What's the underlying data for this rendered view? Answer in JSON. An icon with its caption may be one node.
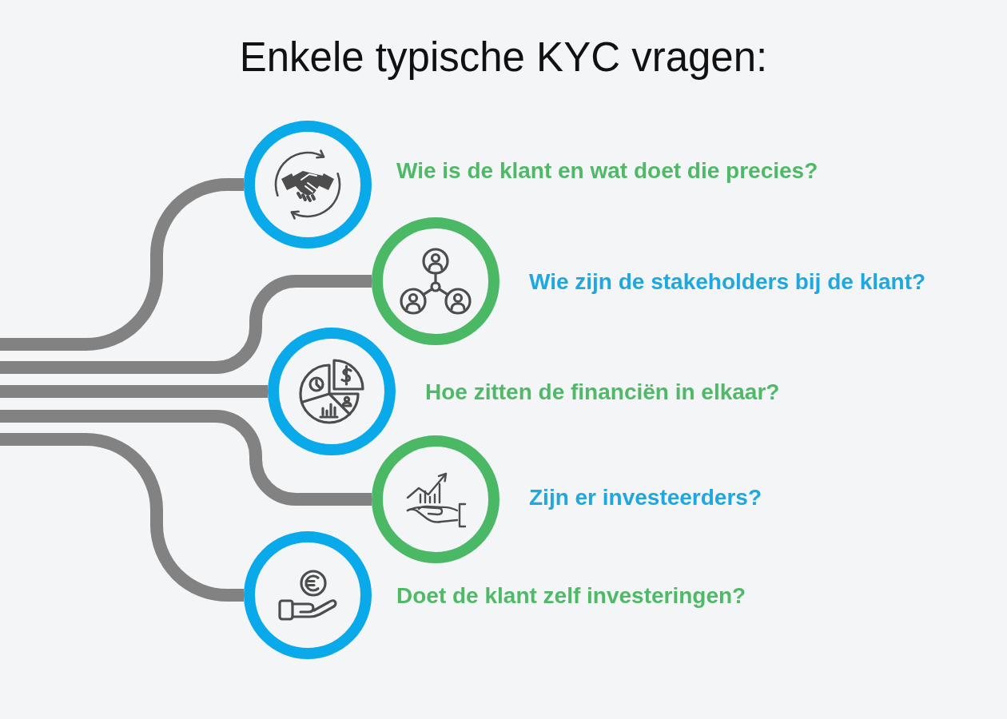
{
  "diagram": {
    "title": "Enkele typische KYC vragen:",
    "nodes": [
      {
        "text": [],
        "shape": "circle",
        "beside": [
          "Wie is de klant en wat doet die precies?"
        ]
      },
      {
        "text": [],
        "shape": "circle",
        "beside": [
          "Wie zijn de stakeholders bij de klant?"
        ]
      },
      {
        "text": [],
        "shape": "circle",
        "beside": [
          "Hoe zitten de financiën in elkaar?"
        ]
      },
      {
        "text": [],
        "shape": "circle",
        "beside": [
          "Zijn er investeerders?"
        ]
      },
      {
        "text": [],
        "shape": "circle",
        "beside": [
          "Doet de klant zelf investeringen?"
        ]
      }
    ],
    "edges": [
      {
        "from": null,
        "to": 0,
        "arrow": "none"
      },
      {
        "from": null,
        "to": 1,
        "arrow": "none"
      },
      {
        "from": null,
        "to": 2,
        "arrow": "none"
      },
      {
        "from": null,
        "to": 3,
        "arrow": "none"
      },
      {
        "from": null,
        "to": 4,
        "arrow": "none"
      }
    ]
  }
}
